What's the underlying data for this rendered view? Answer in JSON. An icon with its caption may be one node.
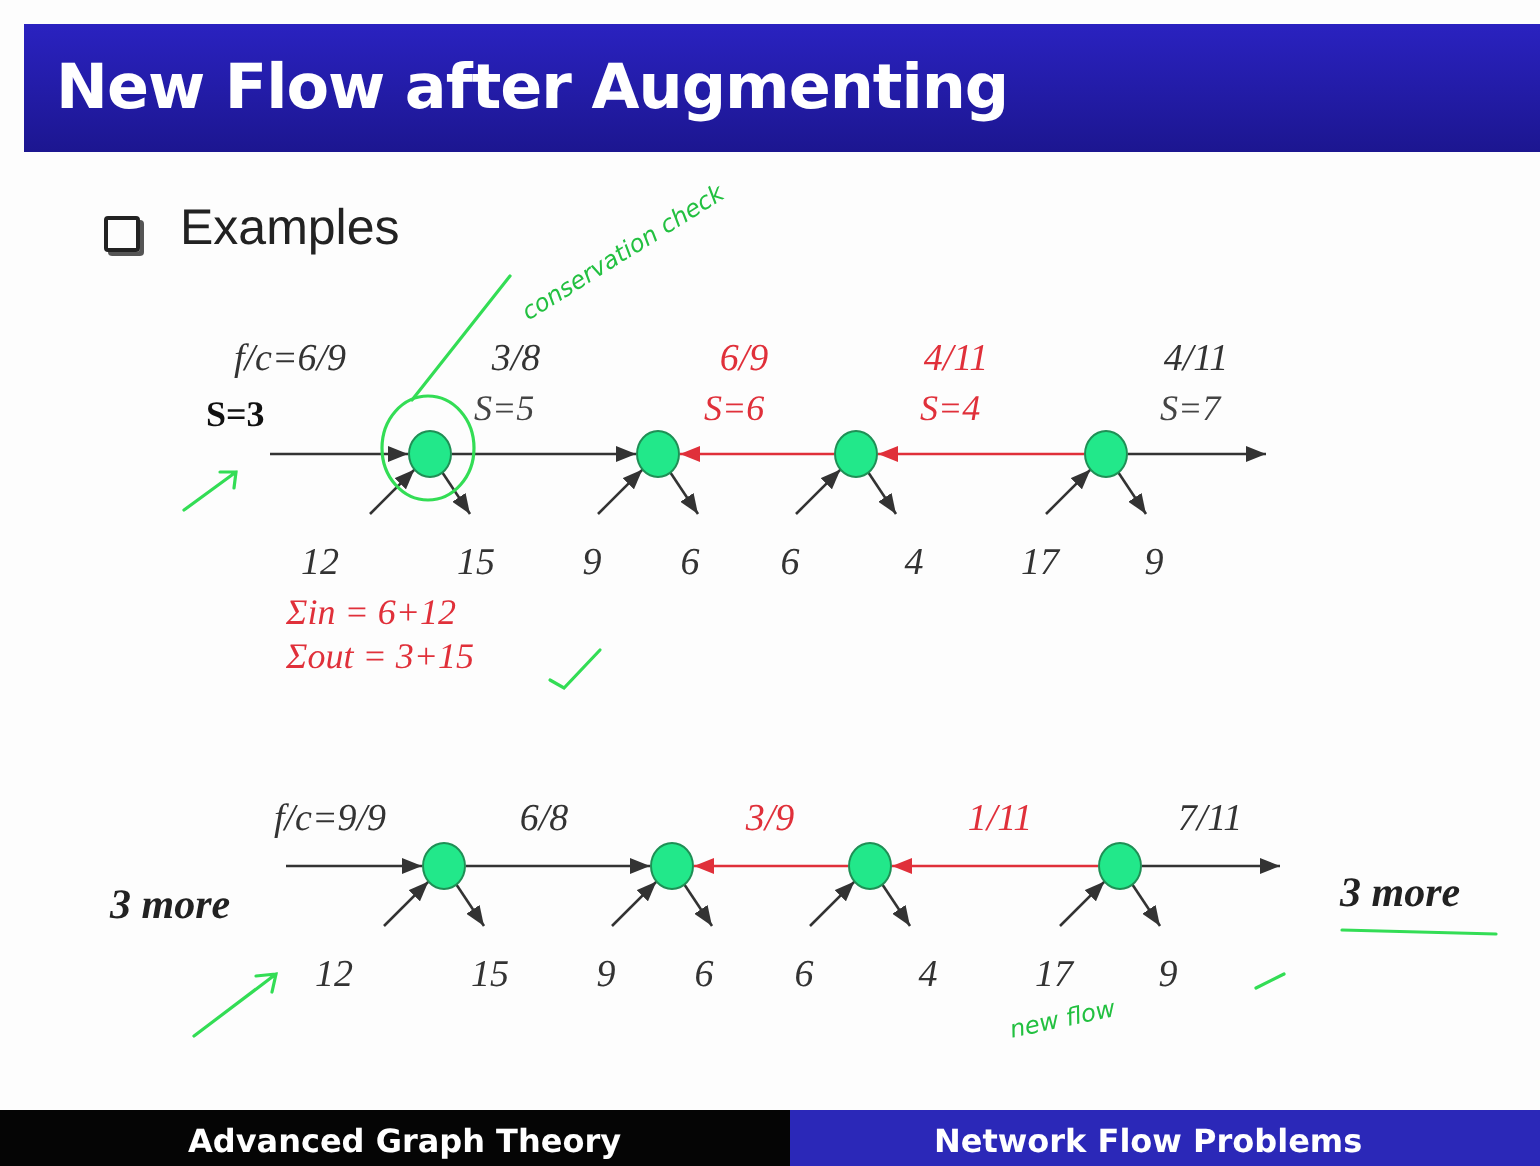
{
  "diagram": {
    "title": "New Flow after Augmenting",
    "nodes": [
      {
        "text": [],
        "shape": "circle"
      },
      {
        "text": [],
        "shape": "circle"
      },
      {
        "text": [],
        "shape": "circle"
      },
      {
        "text": [],
        "shape": "circle"
      },
      {
        "text": [],
        "shape": "circle"
      },
      {
        "text": [],
        "shape": "circle"
      },
      {
        "text": [],
        "shape": "circle"
      },
      {
        "text": [],
        "shape": "circle"
      }
    ],
    "edges": [
      {
        "from": null,
        "to": 0,
        "arrow": "to",
        "label": "f/c=6/9"
      },
      {
        "from": 0,
        "to": 1,
        "arrow": "to",
        "label": "3/8"
      },
      {
        "from": 2,
        "to": 1,
        "arrow": "to",
        "label": "6/9",
        "color": "#e0303a"
      },
      {
        "from": 3,
        "to": 2,
        "arrow": "to",
        "label": "4/11",
        "color": "#e0303a"
      },
      {
        "from": 3,
        "to": null,
        "arrow": "to",
        "label": "4/11"
      },
      {
        "from": null,
        "to": 0,
        "arrow": "to",
        "label": "12"
      },
      {
        "from": 0,
        "to": null,
        "arrow": "to",
        "label": "15"
      },
      {
        "from": null,
        "to": 1,
        "arrow": "to",
        "label": "9"
      },
      {
        "from": 1,
        "to": null,
        "arrow": "to",
        "label": "6"
      },
      {
        "from": null,
        "to": 2,
        "arrow": "to",
        "label": "6"
      },
      {
        "from": 2,
        "to": null,
        "arrow": "to",
        "label": "4"
      },
      {
        "from": null,
        "to": 3,
        "arrow": "to",
        "label": "17"
      },
      {
        "from": 3,
        "to": null,
        "arrow": "to",
        "label": "9"
      },
      {
        "from": null,
        "to": 4,
        "arrow": "to",
        "label": "f/c=9/9"
      },
      {
        "from": 4,
        "to": 5,
        "arrow": "to",
        "label": "6/8"
      },
      {
        "from": 6,
        "to": 5,
        "arrow": "to",
        "label": "3/9",
        "color": "#e0303a"
      },
      {
        "from": 7,
        "to": 6,
        "arrow": "to",
        "label": "1/11",
        "color": "#e0303a"
      },
      {
        "from": 7,
        "to": null,
        "arrow": "to",
        "label": "7/11"
      },
      {
        "from": null,
        "to": 4,
        "arrow": "to",
        "label": "12"
      },
      {
        "from": 4,
        "to": null,
        "arrow": "to",
        "label": "15"
      },
      {
        "from": null,
        "to": 5,
        "arrow": "to",
        "label": "9"
      },
      {
        "from": 5,
        "to": null,
        "arrow": "to",
        "label": "6"
      },
      {
        "from": null,
        "to": 6,
        "arrow": "to",
        "label": "6"
      },
      {
        "from": 6,
        "to": null,
        "arrow": "to",
        "label": "4"
      },
      {
        "from": null,
        "to": 7,
        "arrow": "to",
        "label": "17"
      },
      {
        "from": 7,
        "to": null,
        "arrow": "to",
        "label": "9"
      }
    ],
    "labels": [
      "Examples",
      "conservation check",
      "S=3",
      "S=5",
      "S=6",
      "S=4",
      "S=7",
      "Σin = 6+12",
      "Σout = 3+15",
      "3 more",
      "3 more",
      "new flow",
      "Advanced Graph Theory",
      "Network Flow Problems"
    ]
  }
}
